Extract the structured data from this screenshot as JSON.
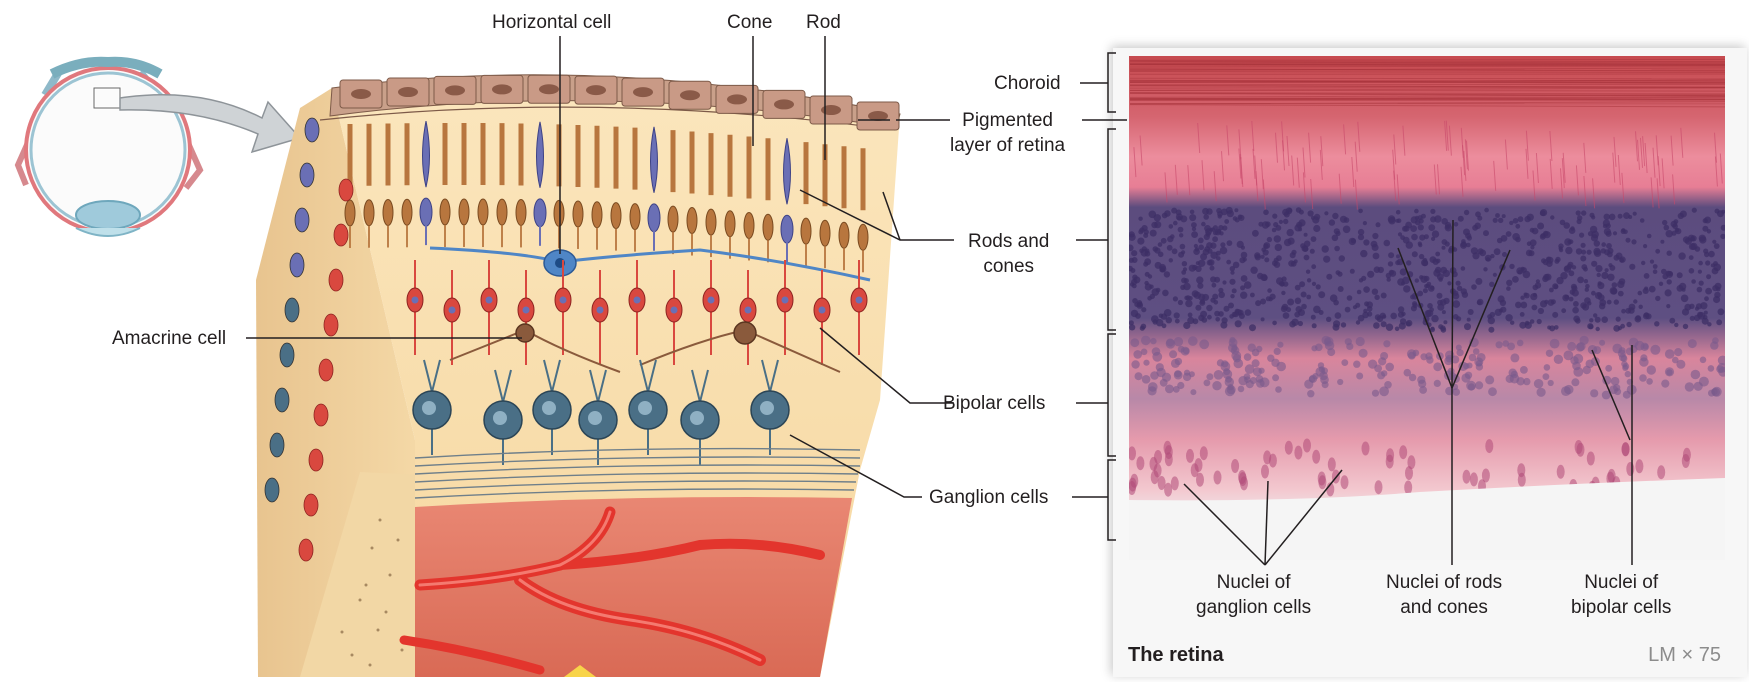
{
  "labels": {
    "horizontal_cell": "Horizontal cell",
    "cone": "Cone",
    "rod": "Rod",
    "amacrine_cell": "Amacrine cell",
    "choroid": "Choroid",
    "pigmented_layer": "Pigmented\nlayer of retina",
    "rods_and_cones": "Rods and\ncones",
    "bipolar_cells": "Bipolar cells",
    "ganglion_cells": "Ganglion cells",
    "nuclei_ganglion": "Nuclei of\nganglion cells",
    "nuclei_rods_cones": "Nuclei of rods\nand cones",
    "nuclei_bipolar": "Nuclei of\nbipolar cells"
  },
  "caption": "The retina",
  "magnification": "LM × 75",
  "colors": {
    "rod": "#b8763e",
    "cone": "#6a6fb5",
    "bipolar": "#d9483f",
    "ganglion": "#4a6f86",
    "horizontal": "#4f86c6",
    "amacrine": "#8a5a3c",
    "pigment": "#c99a86",
    "vessel": "#e3352d",
    "matrix": "#f7dfae"
  }
}
